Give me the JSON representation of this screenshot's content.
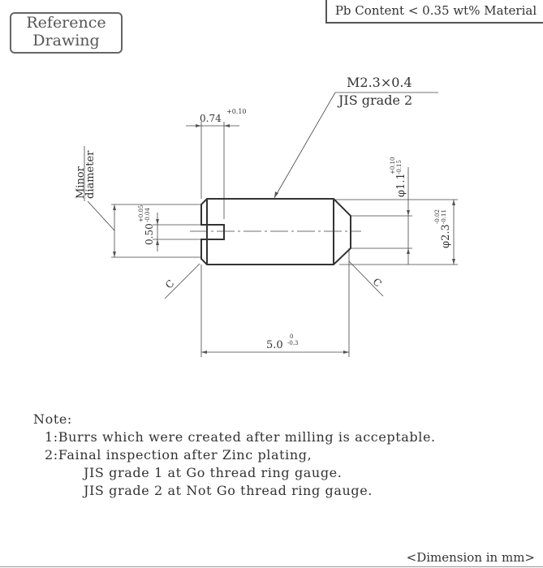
{
  "header": {
    "reference_label_line1": "Reference",
    "reference_label_line2": "Drawing",
    "material_note": "Pb Content < 0.35 wt% Material"
  },
  "drawing": {
    "thread_spec": "M2.3×0.4",
    "thread_grade": "JIS grade 2",
    "slot_depth": "0.74",
    "slot_depth_tol": "+0.10",
    "slot_width": "0.50",
    "slot_width_tol_upper": "+0.05",
    "slot_width_tol_lower": "-0.04",
    "minor_diameter_line1": "Minor",
    "minor_diameter_line2": "diameter",
    "tip_diameter": "φ1.1",
    "tip_diameter_tol_upper": "+0.10",
    "tip_diameter_tol_lower": "-0.15",
    "outer_diameter": "φ2.3",
    "outer_diameter_tol_upper": "-0.02",
    "outer_diameter_tol_lower": "-0.11",
    "length": "5.0",
    "length_tol_upper": "0",
    "length_tol_lower": "-0.3",
    "chamfer_left": "C",
    "chamfer_right": "C"
  },
  "notes": {
    "title": "Note:",
    "items": [
      "1:Burrs which were created after milling is acceptable.",
      "2:Fainal inspection after Zinc plating,",
      "JIS grade 1 at Go thread ring gauge.",
      "JIS grade 2 at Not Go thread ring gauge."
    ]
  },
  "footer": {
    "unit_note": "<Dimension in mm>"
  }
}
